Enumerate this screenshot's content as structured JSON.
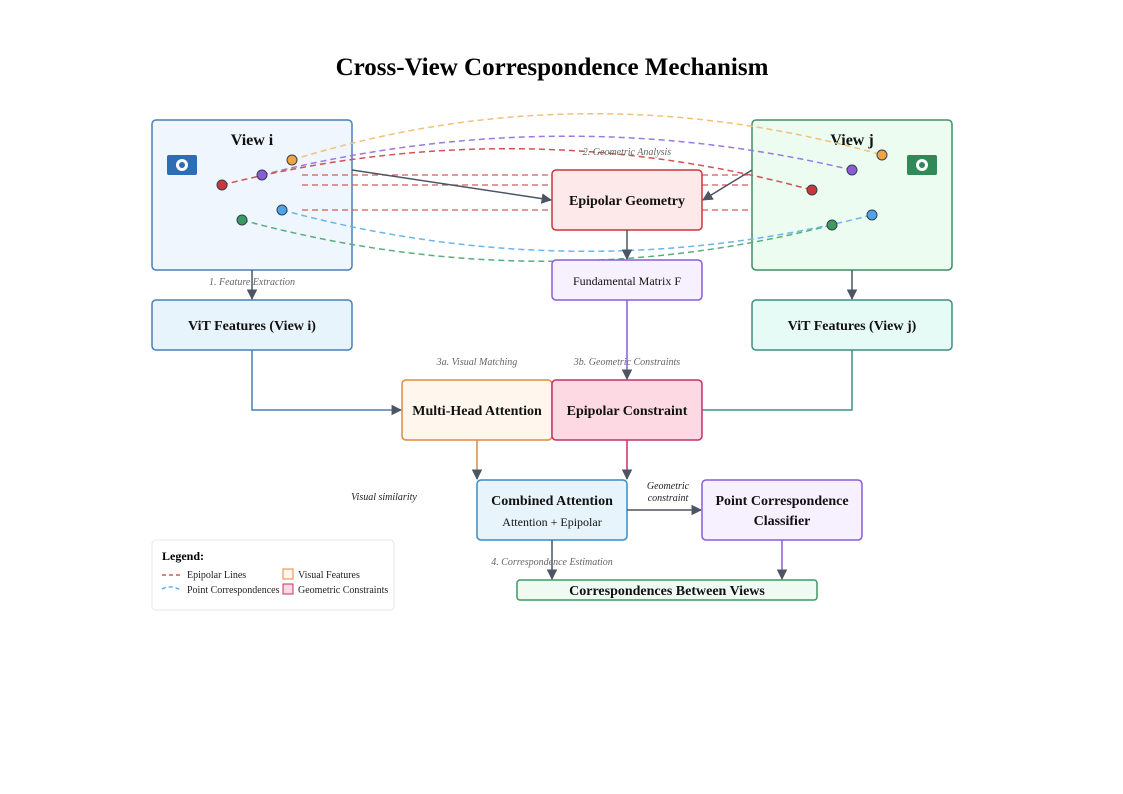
{
  "title": "Cross-View Correspondence Mechanism",
  "views": {
    "view_i": {
      "label": "View i"
    },
    "view_j": {
      "label": "View j"
    }
  },
  "nodes": {
    "epipolar_geometry": "Epipolar Geometry",
    "fundamental_matrix": "Fundamental Matrix F",
    "vit_features_i": "ViT Features (View i)",
    "vit_features_j": "ViT Features (View j)",
    "multi_head_attention": "Multi-Head Attention",
    "epipolar_constraint": "Epipolar Constraint",
    "combined_attention": "Combined Attention",
    "combined_attention_sub": "Attention + Epipolar",
    "classifier_line1": "Point Correspondence",
    "classifier_line2": "Classifier",
    "correspondences": "Correspondences Between Views"
  },
  "steps": {
    "feature_extraction": "1. Feature Extraction",
    "geometric_analysis": "2. Geometric Analysis",
    "visual_matching": "3a. Visual Matching",
    "geometric_constraints": "3b. Geometric Constraints",
    "correspondence_estimation": "4. Correspondence Estimation"
  },
  "annotations": {
    "visual_similarity": "Visual similarity",
    "geometric_constraint_line1": "Geometric",
    "geometric_constraint_line2": "constraint"
  },
  "legend": {
    "title": "Legend:",
    "epipolar_lines": "Epipolar Lines",
    "point_correspondences": "Point Correspondences",
    "visual_features": "Visual Features",
    "geometric_constraints": "Geometric Constraints"
  },
  "colors": {
    "view_i_fill": "#eff6fd",
    "view_i_stroke": "#4a7fb6",
    "view_j_fill": "#ecfcf0",
    "view_j_stroke": "#3f8f64",
    "epipolar_red": "#c9373b",
    "point_orange": "#f0a640",
    "point_purple": "#8a5cd6",
    "point_red": "#c9373b",
    "point_green": "#3a9a62",
    "point_blue": "#4da4ea",
    "camera_i": "#2d6db5",
    "camera_j": "#2f8a58"
  },
  "icons": {
    "camera_i": "camera-icon",
    "camera_j": "camera-icon"
  }
}
